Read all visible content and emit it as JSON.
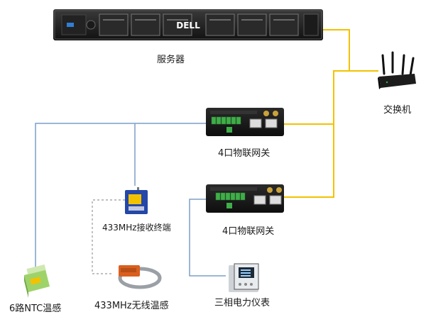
{
  "nodes": {
    "server": {
      "label": "服务器",
      "brand": "DELL"
    },
    "switch": {
      "label": "交换机"
    },
    "gateway_top": {
      "label": "4口物联网关"
    },
    "gateway_bottom": {
      "label": "4口物联网关"
    },
    "receiver": {
      "label": "433MHz接收终端"
    },
    "ntc": {
      "label": "6路NTC温感"
    },
    "wireless_sensor": {
      "label": "433MHz无线温感"
    },
    "meter": {
      "label": "三相电力仪表"
    }
  },
  "colors": {
    "ethernet": "#f2c200",
    "rs485": "#7c9fc7",
    "wireless": "#999999",
    "terminal_green": "#3fae49",
    "antenna_gold": "#c9a23a"
  }
}
